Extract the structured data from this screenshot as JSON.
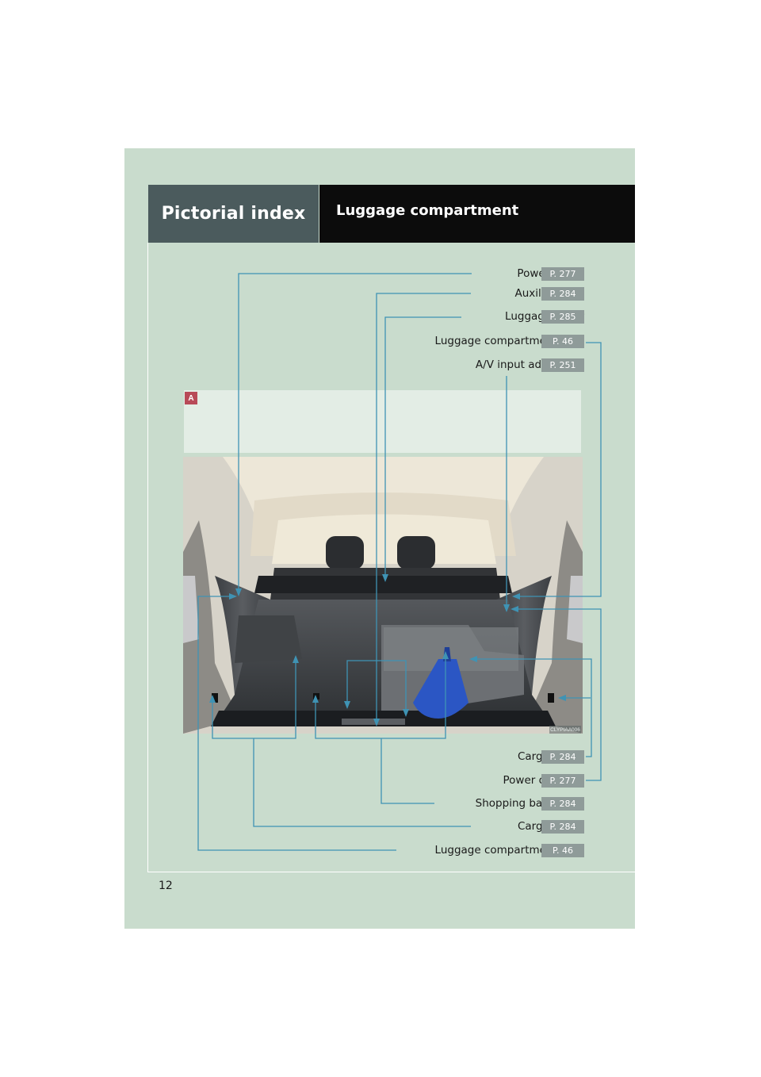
{
  "header": {
    "section": "Pictorial index",
    "title": "Luggage compartment"
  },
  "callouts_top": [
    {
      "label": "Power outlet",
      "page": "P. 277",
      "star": ""
    },
    {
      "label": "Auxiliary box",
      "page": "P. 284",
      "star": ""
    },
    {
      "label": "Luggage cover",
      "page": "P. 285",
      "star": ""
    },
    {
      "label": "Luggage compartment light",
      "page": "P. 46",
      "star": ""
    },
    {
      "label": "A/V input adapter",
      "page": "P. 251",
      "star": "✻"
    }
  ],
  "callouts_bottom": [
    {
      "label": "Cargo hooks",
      "page": "P. 284",
      "star": ""
    },
    {
      "label": "Power outlet",
      "page": "P. 277",
      "star": "✻"
    },
    {
      "label": "Shopping bag hooks",
      "page": "P. 284",
      "star": ""
    },
    {
      "label": "Cargo hooks",
      "page": "P. 284",
      "star": ""
    },
    {
      "label": "Luggage compartment light",
      "page": "P. 46",
      "star": ""
    }
  ],
  "panel_badge": "A",
  "photo_code": "CLYPIAA006",
  "page_number": "12",
  "colors": {
    "page_bg": "#c9dccd",
    "header_left": "#4b5b5d",
    "header_right": "#0c0c0c",
    "page_box": "#8f9b99",
    "badge": "#b84a58",
    "leader": "#3f93b4"
  }
}
